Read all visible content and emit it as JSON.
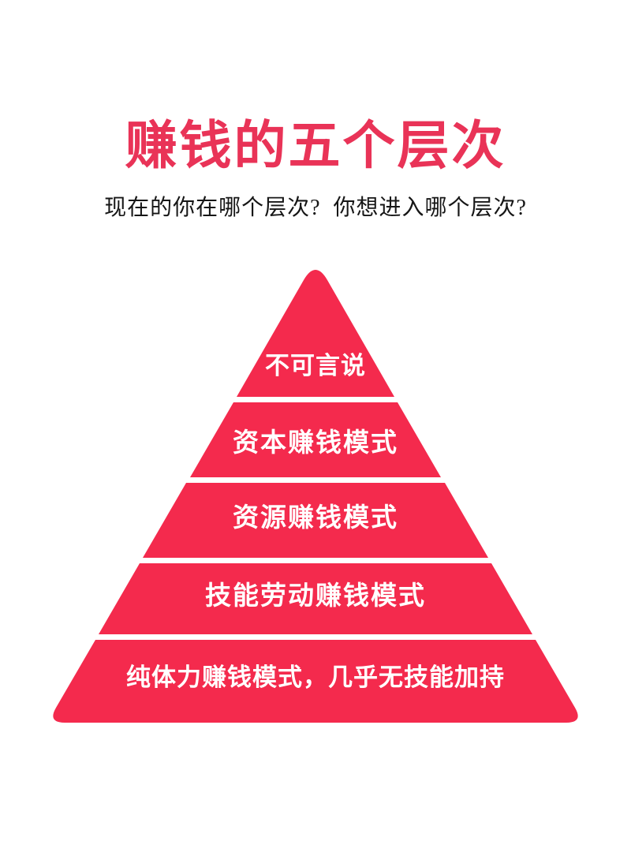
{
  "title": "赚钱的五个层次",
  "subtitle": "现在的你在哪个层次?  你想进入哪个层次?",
  "colors": {
    "background": "#ffffff",
    "title_red": "#e93357",
    "subtitle_black": "#161616",
    "pyramid_red": "#f42a4d",
    "label_white": "#ffffff"
  },
  "pyramid": {
    "type": "pyramid-5-levels",
    "levels": [
      {
        "rank": 1,
        "label": "不可言说"
      },
      {
        "rank": 2,
        "label": "资本赚钱模式"
      },
      {
        "rank": 3,
        "label": "资源赚钱模式"
      },
      {
        "rank": 4,
        "label": "技能劳动赚钱模式"
      },
      {
        "rank": 5,
        "label": "纯体力赚钱模式，几乎无技能加持"
      }
    ]
  }
}
